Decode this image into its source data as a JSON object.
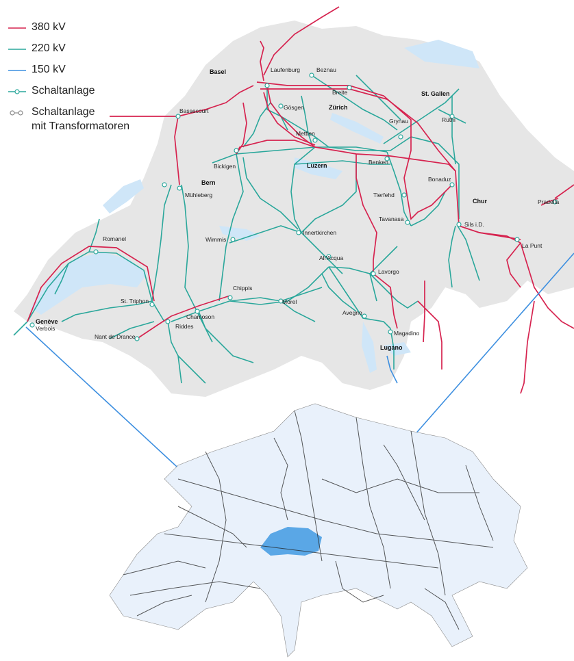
{
  "colors": {
    "kv380": "#d6234f",
    "kv220": "#2aa79b",
    "kv150": "#3d8fe0",
    "land": "#e6e6e6",
    "lake": "#cfe6f8",
    "europe_fill": "#e9f1fb",
    "switzerland": "#5aa7e6",
    "connector": "#3d8fe0",
    "grid_europe": "#222222"
  },
  "legend": {
    "kv380": "380 kV",
    "kv220": "220 kV",
    "kv150": "150 kV",
    "switch": "Schaltanlage",
    "switch_trafo_line1": "Schaltanlage",
    "switch_trafo_line2": "mit Transformatoren"
  },
  "cities": {
    "basel": "Basel",
    "bern": "Bern",
    "zurich": "Zürich",
    "luzern": "Luzern",
    "stgallen": "St. Gallen",
    "chur": "Chur",
    "geneve": "Genève",
    "lugano": "Lugano"
  },
  "stations": {
    "laufenburg": "Laufenburg",
    "beznau": "Beznau",
    "breite": "Breite",
    "bassecourt": "Bassecourt",
    "gosgen": "Gösgen",
    "mettlen": "Mettlen",
    "bickigen": "Bickigen",
    "muhleberg": "Mühleberg",
    "benken": "Benken",
    "grynau": "Grynau",
    "ruthi": "Rüthi",
    "tierfehd": "Tierfehd",
    "bonaduz": "Bonaduz",
    "pradella": "Pradella",
    "sils": "Sils i.D.",
    "lapunt": "La Punt",
    "tavanasa": "Tavanasa",
    "romanel": "Romanel",
    "wimmis": "Wimmis",
    "innertkirchen": "Innertkirchen",
    "allacqua": "All'Acqua",
    "lavorgo": "Lavorgo",
    "chippis": "Chippis",
    "sttriphon": "St. Triphon",
    "chamoson": "Chamoson",
    "morel": "Mörel",
    "avegno": "Avegno",
    "magadino": "Magadino",
    "verbois": "Verbois",
    "riddes": "Riddes",
    "nantdedrance": "Nant de Drance"
  }
}
